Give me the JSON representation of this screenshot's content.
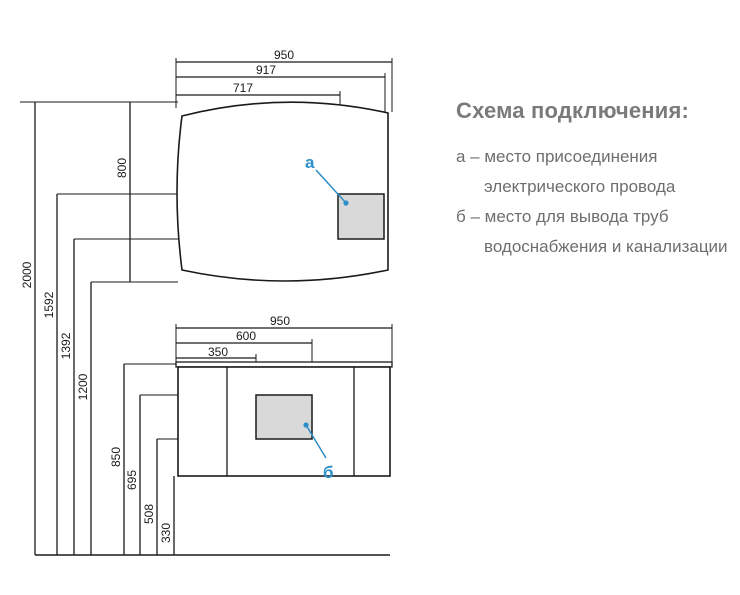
{
  "title": "Схема подключения:",
  "legend": [
    {
      "line1": "а – место присоединения",
      "line2": "электрического провода"
    },
    {
      "line1": "б – место для вывода труб",
      "line2": "водоснабжения и канализации"
    }
  ],
  "markers": {
    "a": "а",
    "b": "б"
  },
  "mirror": {
    "widths": [
      "950",
      "917",
      "717"
    ],
    "height": "800"
  },
  "cabinet": {
    "widths": [
      "950",
      "600",
      "350"
    ]
  },
  "heights": [
    "2000",
    "1592",
    "1392",
    "1200",
    "850",
    "695",
    "508",
    "330"
  ],
  "colors": {
    "line": "#1a1a1a",
    "box_fill": "#d9d9d9",
    "accent": "#2d8fc8",
    "text_grey": "#6e6e6e"
  }
}
